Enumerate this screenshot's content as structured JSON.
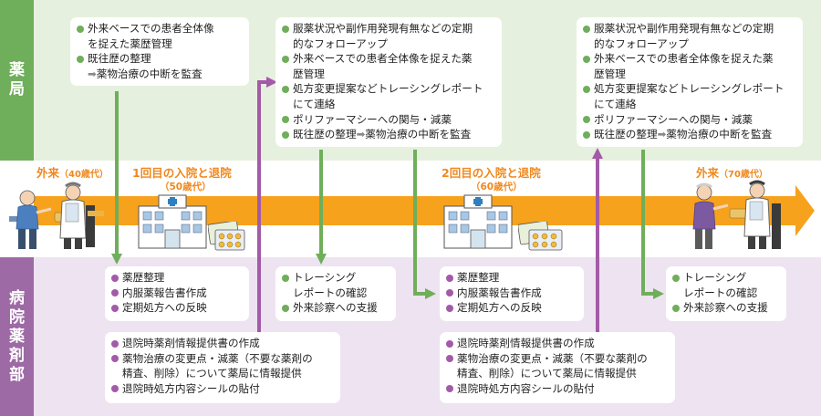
{
  "sections": {
    "pharmacy": [
      "薬",
      "局"
    ],
    "hospital": [
      "病",
      "院",
      "薬",
      "剤",
      "部"
    ]
  },
  "timeline": {
    "outpatient_40": "外来",
    "outpatient_40_age": "（40歳代）",
    "admission1": "1回目の入院と退院",
    "admission1_age": "（50歳代）",
    "admission2": "2回目の入院と退院",
    "admission2_age": "（60歳代）",
    "outpatient_70": "外来",
    "outpatient_70_age": "（70歳代）"
  },
  "pharmacy_box_1": {
    "items": [
      {
        "lines": [
          "外来ベースでの患者全体像",
          "を捉えた薬歴管理"
        ]
      },
      {
        "lines": [
          "既往歴の整理"
        ]
      }
    ],
    "arrow_text": "➡薬物治療の中断を監査"
  },
  "pharmacy_box_2": {
    "items": [
      {
        "lines": [
          "服薬状況や副作用発現有無などの定期",
          "的なフォローアップ"
        ]
      },
      {
        "lines": [
          "外来ベースでの患者全体像を捉えた薬",
          "歴管理"
        ]
      },
      {
        "lines": [
          "処方変更提案などトレーシングレポート",
          "にて連絡"
        ]
      },
      {
        "lines": [
          "ポリファーマシーへの関与・減薬"
        ]
      },
      {
        "lines": [
          "既往歴の整理➡薬物治療の中断を監査"
        ]
      }
    ]
  },
  "pharmacy_box_3": {
    "items": [
      {
        "lines": [
          "服薬状況や副作用発現有無などの定期",
          "的なフォローアップ"
        ]
      },
      {
        "lines": [
          "外来ベースでの患者全体像を捉えた薬",
          "歴管理"
        ]
      },
      {
        "lines": [
          "処方変更提案などトレーシングレポート",
          "にて連絡"
        ]
      },
      {
        "lines": [
          "ポリファーマシーへの関与・減薬"
        ]
      },
      {
        "lines": [
          "既往歴の整理➡薬物治療の中断を監査"
        ]
      }
    ]
  },
  "hospital_box_1": {
    "items": [
      {
        "lines": [
          "薬歴整理"
        ]
      },
      {
        "lines": [
          "内服薬報告書作成"
        ]
      },
      {
        "lines": [
          "定期処方への反映"
        ]
      }
    ]
  },
  "hospital_box_2": {
    "items": [
      {
        "lines": [
          "トレーシング",
          "レポートの確認"
        ]
      },
      {
        "lines": [
          "外来診察への支援"
        ]
      }
    ]
  },
  "hospital_box_3": {
    "items": [
      {
        "lines": [
          "薬歴整理"
        ]
      },
      {
        "lines": [
          "内服薬報告書作成"
        ]
      },
      {
        "lines": [
          "定期処方への反映"
        ]
      }
    ]
  },
  "hospital_box_4": {
    "items": [
      {
        "lines": [
          "トレーシング",
          "レポートの確認"
        ]
      },
      {
        "lines": [
          "外来診察への支援"
        ]
      }
    ]
  },
  "discharge_box_1": {
    "items": [
      {
        "lines": [
          "退院時薬剤情報提供書の作成"
        ]
      },
      {
        "lines": [
          "薬物治療の変更点・減薬（不要な薬剤の",
          "精査、削除）について薬局に情報提供"
        ]
      },
      {
        "lines": [
          "退院時処方内容シールの貼付"
        ]
      }
    ]
  },
  "discharge_box_2": {
    "items": [
      {
        "lines": [
          "退院時薬剤情報提供書の作成"
        ]
      },
      {
        "lines": [
          "薬物治療の変更点・減薬（不要な薬剤の",
          "精査、削除）について薬局に情報提供"
        ]
      },
      {
        "lines": [
          "退院時処方内容シールの貼付"
        ]
      }
    ]
  },
  "colors": {
    "pharmacy_band": "#e6f0de",
    "pharmacy_tab": "#6fae5a",
    "hospital_band": "#eee3f0",
    "hospital_tab": "#9d6aa5",
    "timeline": "#f7a21c",
    "timeline_text": "#f0881d",
    "green_arrow": "#6fae5a",
    "purple_arrow": "#a35aa8"
  },
  "icons": [
    "doctor-consulting-patient-icon",
    "hospital-building-icon",
    "medicine-blister-pack-icon",
    "doctor-consulting-elderly-patient-icon"
  ]
}
